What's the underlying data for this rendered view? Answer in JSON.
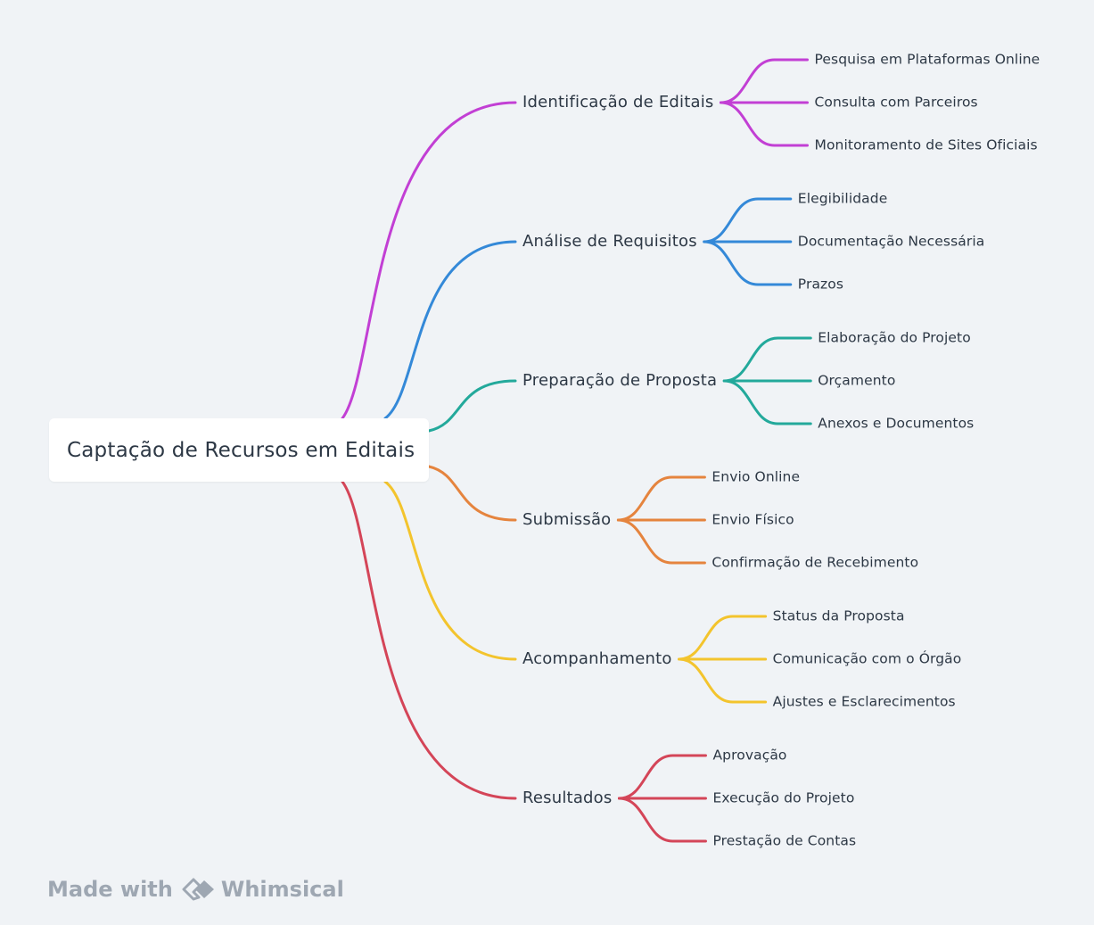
{
  "title": "Captação de Recursos em Editais",
  "branches": [
    {
      "label": "Identificação de Editais",
      "color": "#c23fd4",
      "children": [
        "Pesquisa em Plataformas Online",
        "Consulta com Parceiros",
        "Monitoramento de Sites Oficiais"
      ]
    },
    {
      "label": "Análise de Requisitos",
      "color": "#3489d8",
      "children": [
        "Elegibilidade",
        "Documentação Necessária",
        "Prazos"
      ]
    },
    {
      "label": "Preparação de Proposta",
      "color": "#23a99b",
      "children": [
        "Elaboração do Projeto",
        "Orçamento",
        "Anexos e Documentos"
      ]
    },
    {
      "label": "Submissão",
      "color": "#e5843e",
      "children": [
        "Envio Online",
        "Envio Físico",
        "Confirmação de Recebimento"
      ]
    },
    {
      "label": "Acompanhamento",
      "color": "#f3c42d",
      "children": [
        "Status da Proposta",
        "Comunicação com o Órgão",
        "Ajustes e Esclarecimentos"
      ]
    },
    {
      "label": "Resultados",
      "color": "#d44558",
      "children": [
        "Aprovação",
        "Execução do Projeto",
        "Prestação de Contas"
      ]
    }
  ],
  "footer": {
    "made_with": "Made with",
    "brand": "Whimsical",
    "logo_icon": "whimsical-logo-icon"
  }
}
